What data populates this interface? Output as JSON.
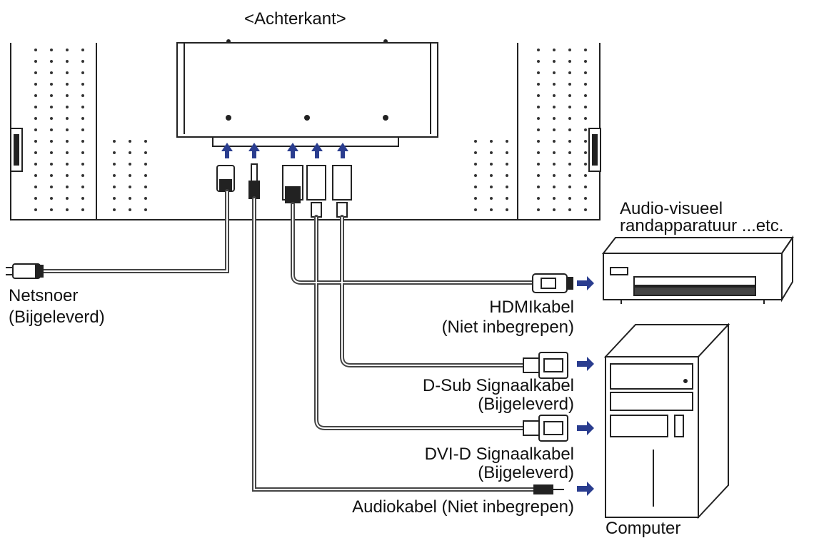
{
  "view_title": "<Achterkant>",
  "cables": {
    "power": {
      "name": "Netsnoer",
      "note": "(Bijgeleverd)"
    },
    "hdmi": {
      "name": "HDMIkabel",
      "note": "(Niet inbegrepen)"
    },
    "dsub": {
      "name": "D-Sub Signaalkabel",
      "note": "(Bijgeleverd)"
    },
    "dvi": {
      "name": "DVI-D Signaalkabel",
      "note": "(Bijgeleverd)"
    },
    "audio": {
      "name": "Audiokabel (Niet inbegrepen)"
    }
  },
  "devices": {
    "av": {
      "line1": "Audio-visueel",
      "line2": "randapparatuur ...etc."
    },
    "computer": {
      "name": "Computer"
    }
  },
  "colors": {
    "arrow": "#2a3d8f",
    "line": "#222222",
    "cable": "#444444"
  }
}
